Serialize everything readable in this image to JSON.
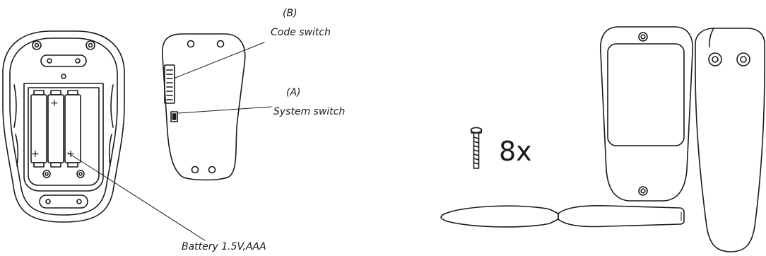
{
  "labels": {
    "code_switch_letter": "(B)",
    "code_switch": "Code switch",
    "system_switch_letter": "(A)",
    "system_switch": "System switch",
    "battery": "Battery 1.5V,AAA",
    "screw_quantity": "8x"
  },
  "battery_polarity": [
    "+",
    "+",
    "+"
  ]
}
